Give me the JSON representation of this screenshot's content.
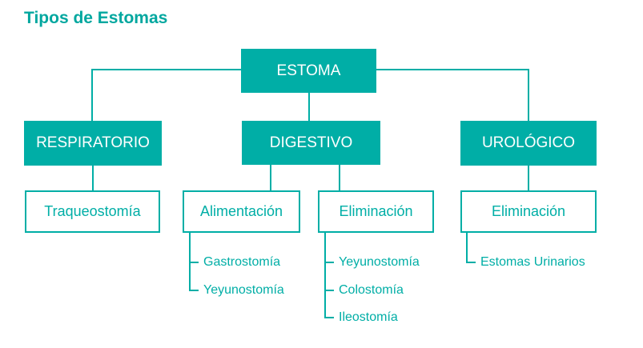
{
  "title": "Tipos de Estomas",
  "colors": {
    "accent": "#00AEA6",
    "title_color": "#00A79F",
    "node_text": "#FFFFFF",
    "background": "#FFFFFF"
  },
  "tree": {
    "root": {
      "label": "ESTOMA"
    },
    "branches": [
      {
        "label": "RESPIRATORIO",
        "children": [
          {
            "label": "Traqueostomía",
            "leaves": []
          }
        ]
      },
      {
        "label": "DIGESTIVO",
        "children": [
          {
            "label": "Alimentación",
            "leaves": [
              "Gastrostomía",
              "Yeyunostomía"
            ]
          },
          {
            "label": "Eliminación",
            "leaves": [
              "Yeyunostomía",
              "Colostomía",
              "Ileostomía"
            ]
          }
        ]
      },
      {
        "label": "UROLÓGICO",
        "children": [
          {
            "label": "Eliminación",
            "leaves": [
              "Estomas Urinarios"
            ]
          }
        ]
      }
    ]
  }
}
